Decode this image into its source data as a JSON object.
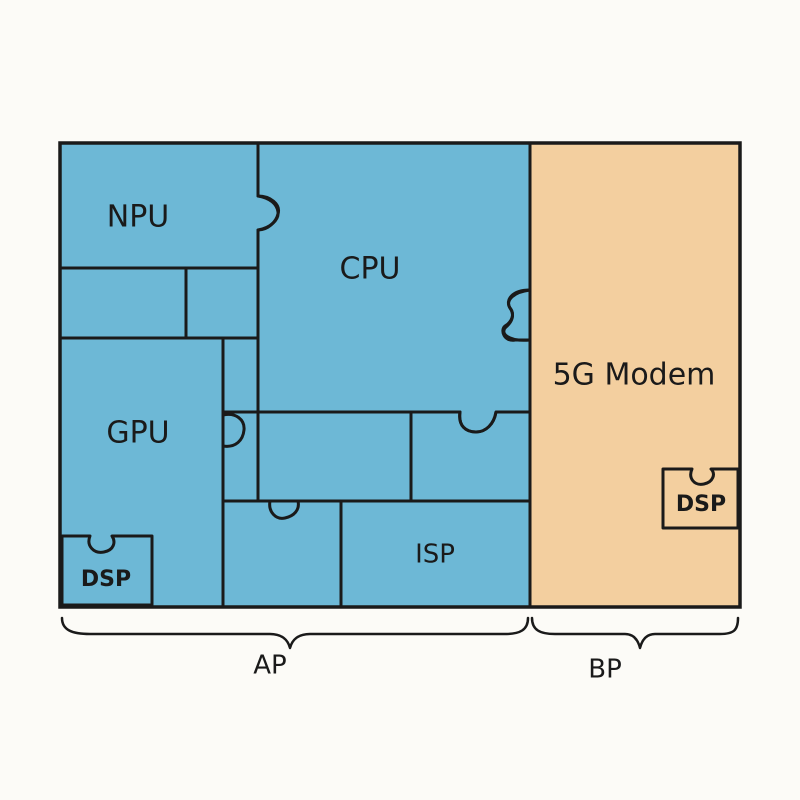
{
  "colors": {
    "ap_fill": "#6db8d6",
    "bp_fill": "#f3cf9f",
    "dsp_fill": "#f4dc22",
    "ink": "#1a1a1a"
  },
  "blocks": {
    "npu": "NPU",
    "cpu": "CPU",
    "gpu": "GPU",
    "isp": "ISP",
    "modem": "5G Modem",
    "dsp_ap": "DSP",
    "dsp_bp": "DSP"
  },
  "braces": {
    "ap": "AP",
    "bp": "BP"
  }
}
